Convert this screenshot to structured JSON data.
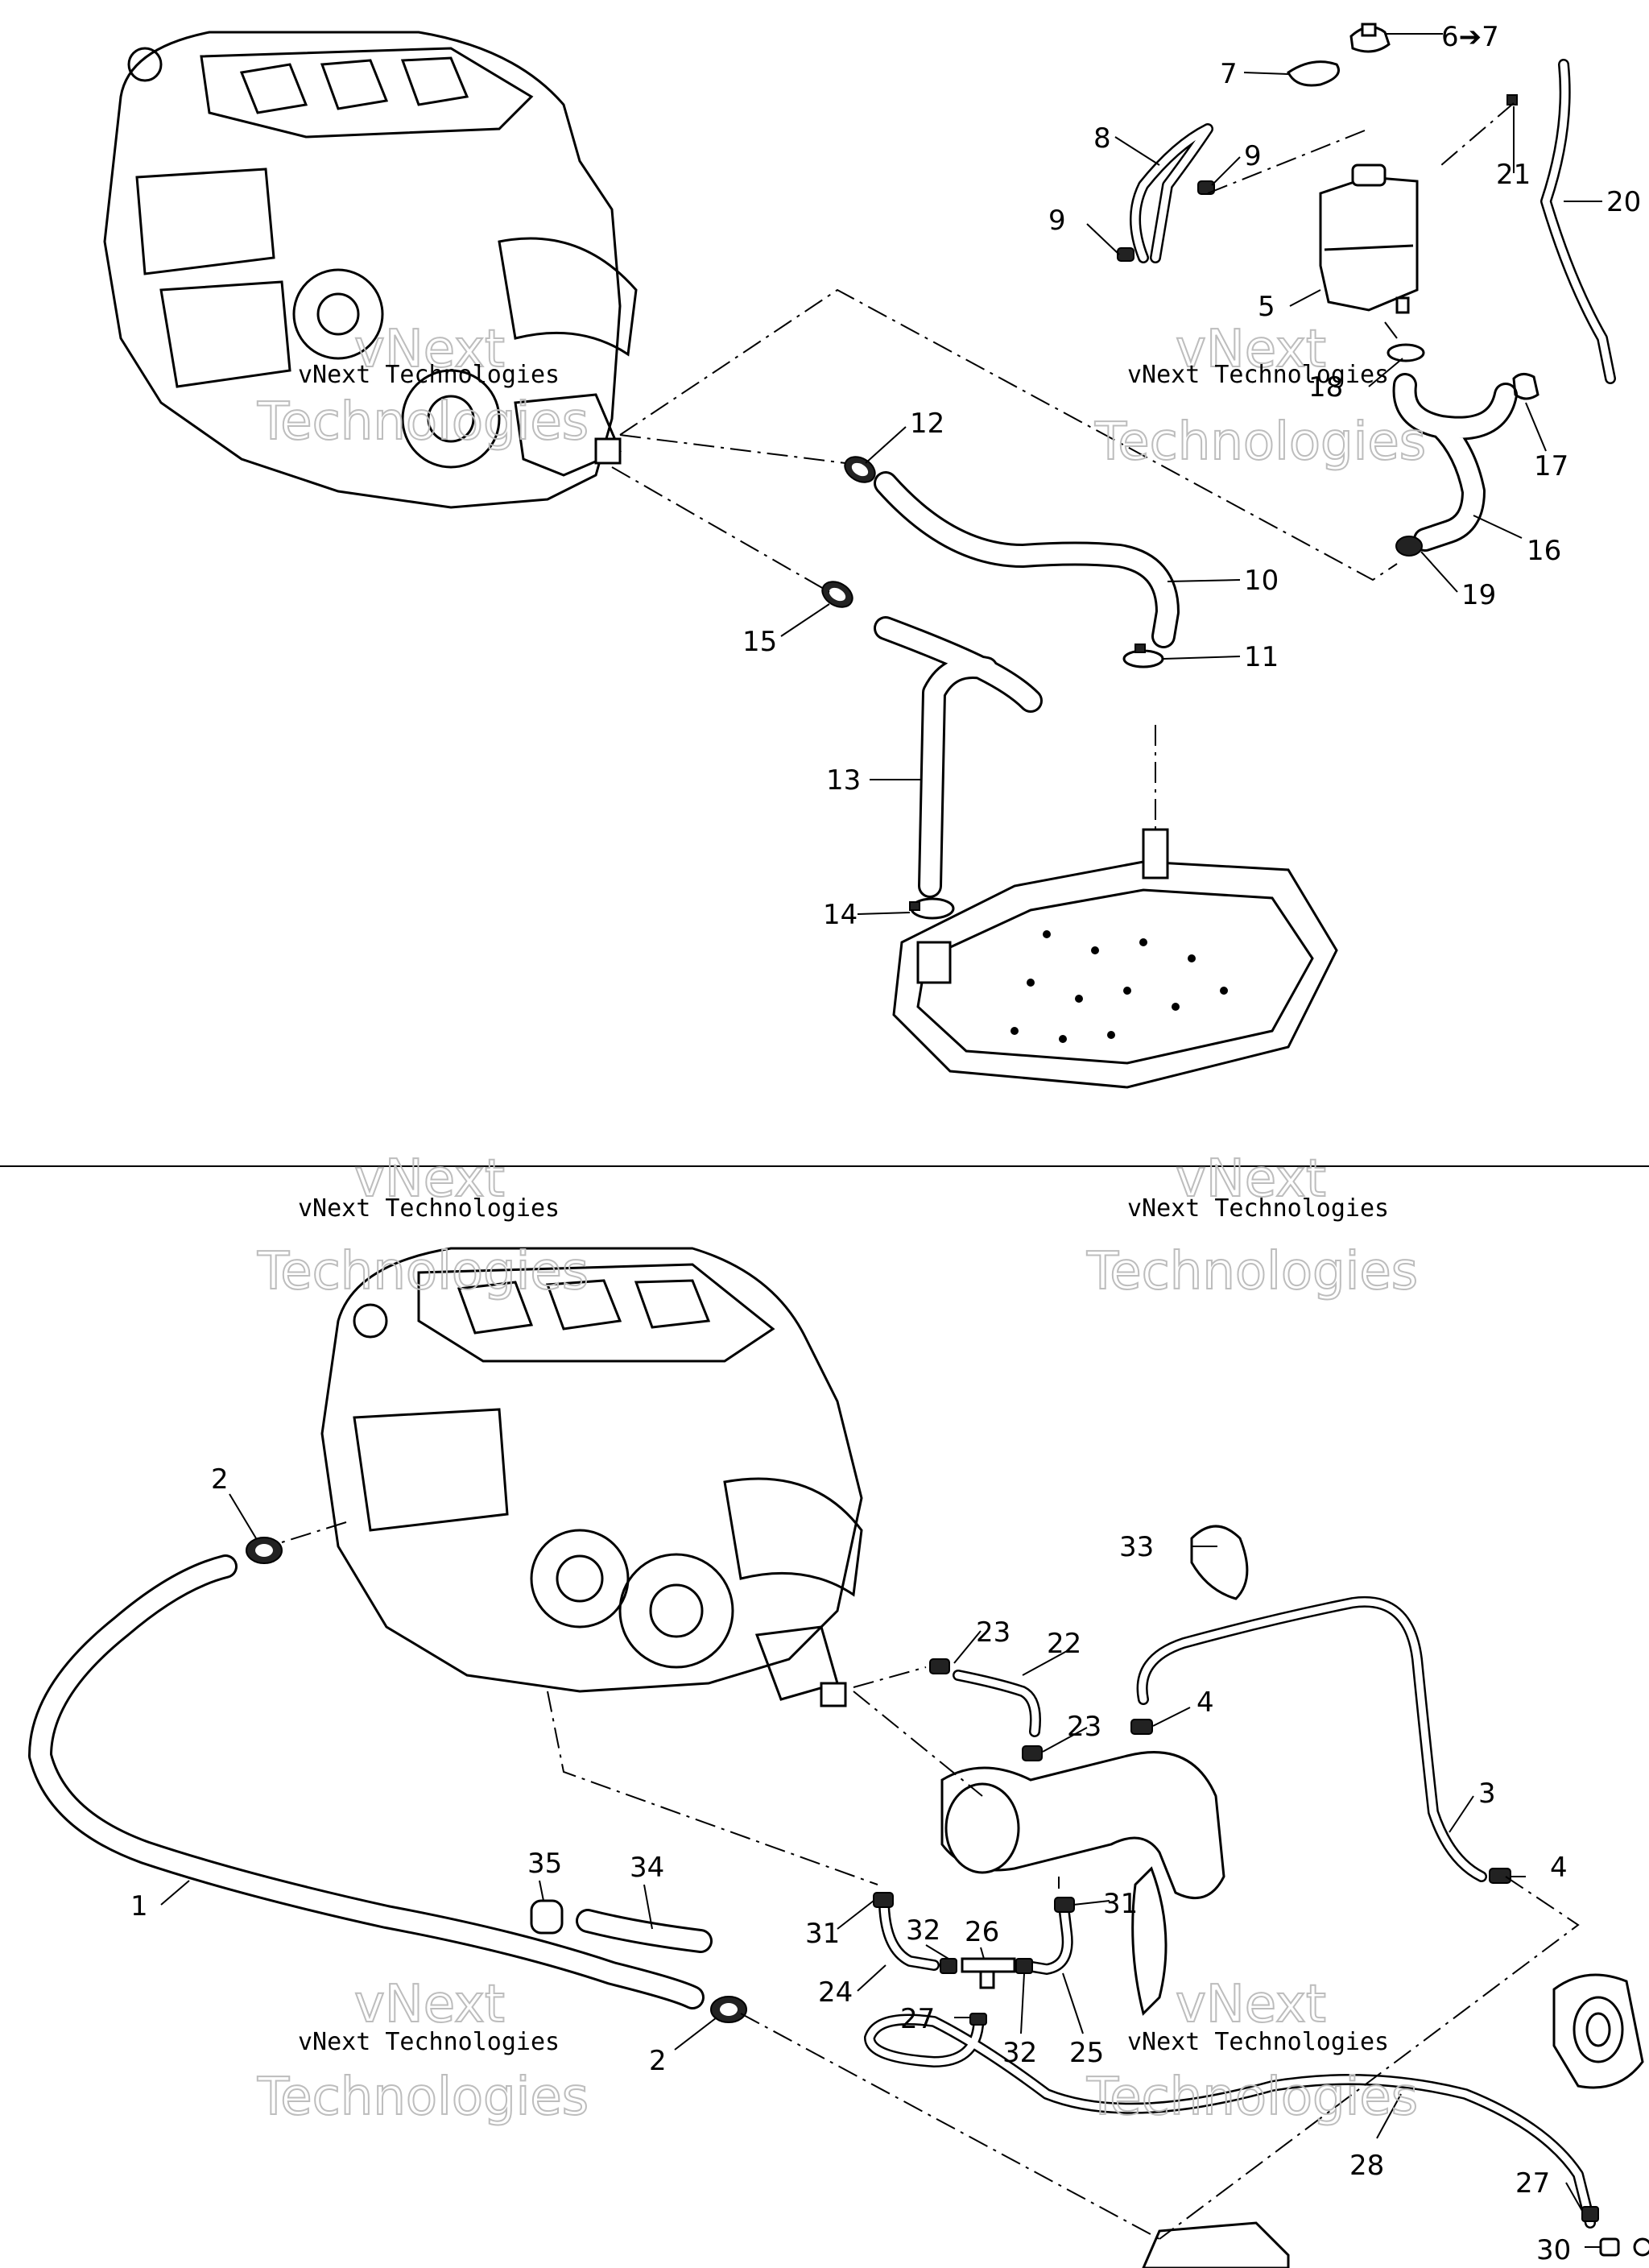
{
  "watermark": {
    "company": "vNext Technologies",
    "line1": "vNext",
    "line2": "Technologies"
  },
  "callouts": [
    "1",
    "2",
    "2",
    "3",
    "4",
    "4",
    "5",
    "6➔7",
    "7",
    "8",
    "9",
    "9",
    "10",
    "11",
    "12",
    "13",
    "14",
    "15",
    "16",
    "17",
    "18",
    "19",
    "20",
    "21",
    "22",
    "23",
    "23",
    "24",
    "25",
    "26",
    "27",
    "27",
    "28",
    "30",
    "31",
    "31",
    "32",
    "32",
    "33",
    "34",
    "35"
  ]
}
